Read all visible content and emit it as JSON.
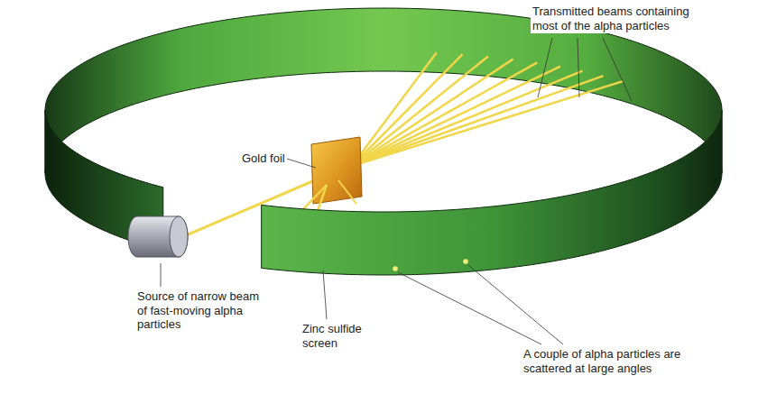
{
  "diagram": {
    "labels": [
      "Transmitted beams containing most of the alpha particles",
      "Gold foil",
      "Source of narrow beam of fast-moving alpha particles",
      "Zinc sulfide screen",
      "A couple of alpha particles are scattered at large angles"
    ]
  }
}
